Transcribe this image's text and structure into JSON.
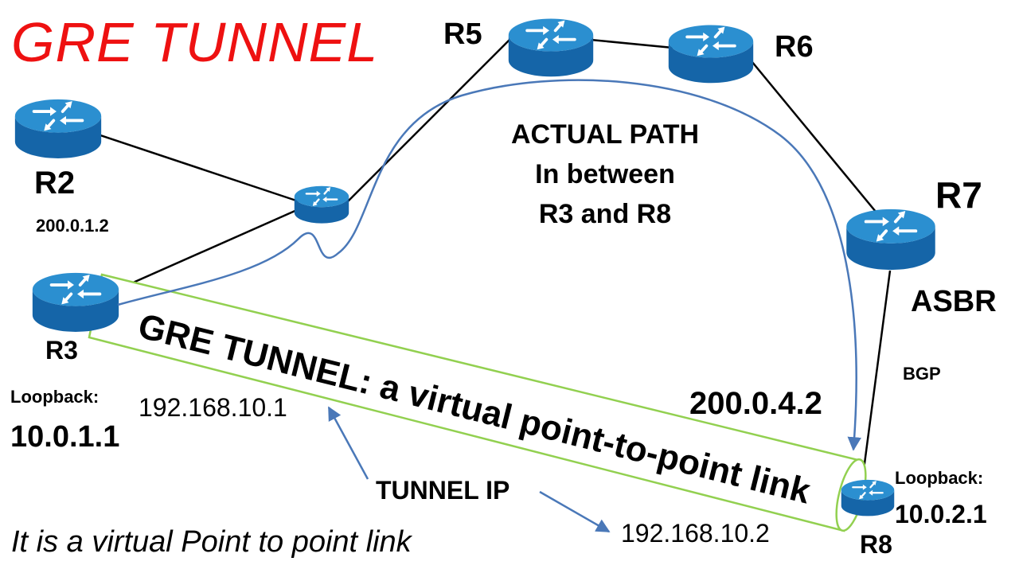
{
  "title": "GRE TUNNEL",
  "footer": "It is a virtual Point to point link",
  "routers": {
    "r2": {
      "name": "R2",
      "ip": "200.0.1.2"
    },
    "r3": {
      "name": "R3"
    },
    "r5": {
      "name": "R5"
    },
    "r6": {
      "name": "R6"
    },
    "r7": {
      "name": "R7",
      "role": "ASBR"
    },
    "r8": {
      "name": "R8"
    }
  },
  "actual_path": {
    "line1": "ACTUAL PATH",
    "line2": "In between",
    "line3": "R3 and R8"
  },
  "tunnel": {
    "label": "GRE TUNNEL: a virtual point-to-point link",
    "ip_label": "TUNNEL IP",
    "ip_r3": "192.168.10.1",
    "ip_r8": "192.168.10.2"
  },
  "loopbacks": {
    "r3": {
      "label": "Loopback:",
      "ip": "10.0.1.1"
    },
    "r8": {
      "label": "Loopback:",
      "ip": "10.0.2.1"
    }
  },
  "link_labels": {
    "r7_r8": "BGP",
    "r8_public": "200.0.4.2"
  },
  "colors": {
    "title": "#ee1111",
    "router_top": "#2b8fd0",
    "router_side": "#1565a8",
    "tunnel": "#92d050",
    "path_arrow": "#4a78b8"
  }
}
